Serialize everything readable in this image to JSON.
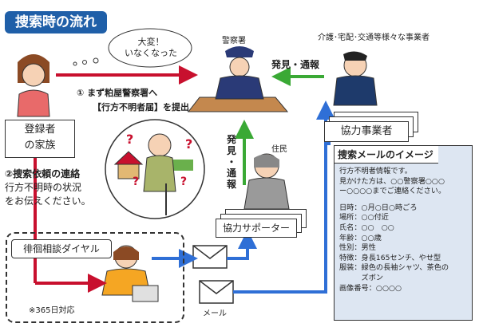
{
  "title": "捜索時の流れ",
  "bubble": {
    "line1": "大変！",
    "line2": "いなくなった"
  },
  "police": {
    "label": "警察署"
  },
  "businesses": {
    "label": "介護･宅配･交通等様々な事業者"
  },
  "steps": {
    "step1_line1": "① まず粕屋警察署へ",
    "step1_line2": "【行方不明者届】を提出",
    "discover_report_h": "発見・通報",
    "discover_report_v": [
      "発",
      "見",
      "・",
      "通",
      "報"
    ]
  },
  "registrant": {
    "line1": "登録者",
    "line2": "の家族"
  },
  "step2": {
    "line1": "②捜索依頼の連絡",
    "line2": "行方不明時の状況",
    "line3": "をお伝えください。"
  },
  "resident": {
    "label": "住民"
  },
  "cooperative_business": {
    "label": "協力事業者"
  },
  "cooperative_supporter": {
    "label": "協力サポーター"
  },
  "wandering_dial": {
    "label": "徘徊相談ダイヤル",
    "note": "※365日対応"
  },
  "mail": {
    "label": "メール"
  },
  "search_mail": {
    "header": "捜索メールのイメージ",
    "lines": [
      "行方不明者情報です。",
      "見かけた方は、○○警察署○○○",
      "ー○○○○までご連絡ください。",
      "",
      "日時：○月○日○時ごろ",
      "場所：○○付近",
      "氏名：○○　○○",
      "年齢：○○歳",
      "性別：男性",
      "特徴：身長165センチ、やせ型",
      "服装：緑色の長袖シャツ、茶色の",
      "　　　ズボン",
      "画像番号：○○○○"
    ]
  },
  "colors": {
    "title_bg": "#1f5fa8",
    "red_arrow": "#c8102e",
    "green_arrow": "#3aa935",
    "blue_arrow": "#2f6fd6",
    "info_bg": "#dde6f2"
  }
}
